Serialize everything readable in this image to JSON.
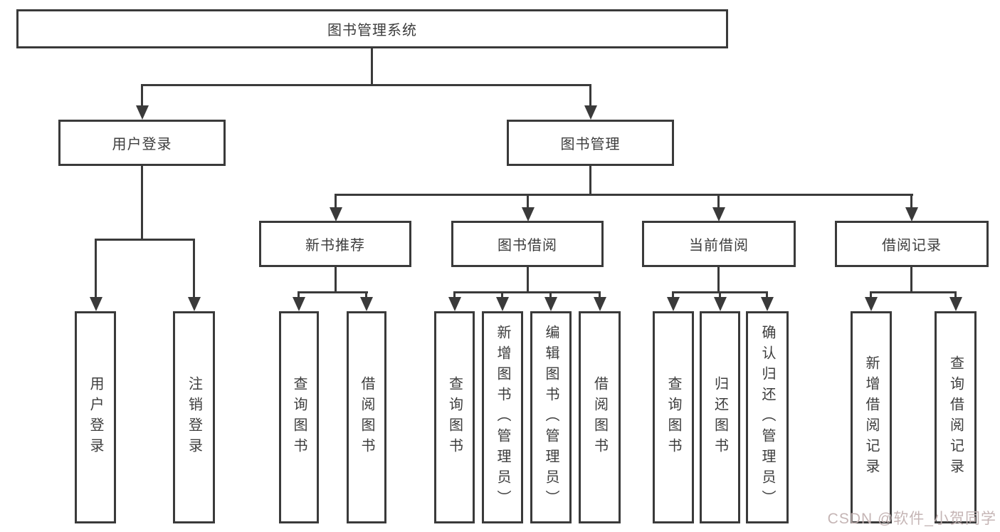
{
  "diagram": {
    "root": {
      "label": "图书管理系统"
    },
    "branches": [
      {
        "label": "用户登录",
        "children": [
          {
            "label": "用户登录"
          },
          {
            "label": "注销登录"
          }
        ]
      },
      {
        "label": "图书管理",
        "children": [
          {
            "label": "新书推荐",
            "children": [
              {
                "label": "查询图书"
              },
              {
                "label": "借阅图书"
              }
            ]
          },
          {
            "label": "图书借阅",
            "children": [
              {
                "label": "查询图书"
              },
              {
                "label": "新增图书（管理员）"
              },
              {
                "label": "编辑图书（管理员）"
              },
              {
                "label": "借阅图书"
              }
            ]
          },
          {
            "label": "当前借阅",
            "children": [
              {
                "label": "查询图书"
              },
              {
                "label": "归还图书"
              },
              {
                "label": "确认归还（管理员）"
              }
            ]
          },
          {
            "label": "借阅记录",
            "children": [
              {
                "label": "新增借阅记录"
              },
              {
                "label": "查询借阅记录"
              }
            ]
          }
        ]
      }
    ]
  },
  "watermark": {
    "text": "CSDN @软件_小贺同学"
  },
  "colors": {
    "line": "#3a3a3a",
    "text": "#3d3d3d",
    "background": "#ffffff",
    "watermark": "#c2b2b2"
  }
}
